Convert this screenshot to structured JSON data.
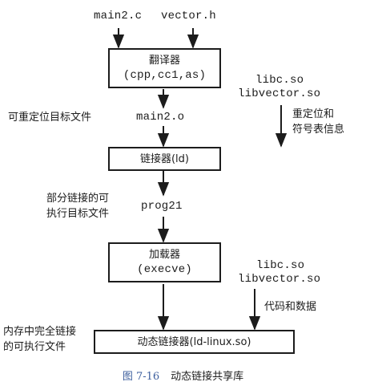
{
  "inputs": {
    "main_c": "main2.c",
    "vector_h": "vector.h"
  },
  "translator": {
    "title": "翻译器",
    "sub": "(cpp,cc1,as)"
  },
  "reloc": {
    "label": "可重定位目标文件",
    "file": "main2.o"
  },
  "libs_top": {
    "line1": "libc.so",
    "line2": "libvector.so"
  },
  "reloc_info": {
    "line1": "重定位和",
    "line2": "符号表信息"
  },
  "linker": {
    "label": "链接器(ld)"
  },
  "partial": {
    "line1": "部分链接的可",
    "line2": "执行目标文件",
    "file": "prog21"
  },
  "loader": {
    "title": "加载器",
    "sub": "(execve)"
  },
  "libs_bottom": {
    "line1": "libc.so",
    "line2": "libvector.so"
  },
  "code_data": {
    "label": "代码和数据"
  },
  "memory": {
    "line1": "内存中完全链接",
    "line2": "的可执行文件"
  },
  "dyn_linker": {
    "label": "动态链接器(ld-linux.so)"
  },
  "caption": {
    "fig": "图 7-16",
    "title": "动态链接共享库"
  },
  "colors": {
    "ink": "#1c1c1c",
    "caption_fig": "#3d5f9e"
  }
}
